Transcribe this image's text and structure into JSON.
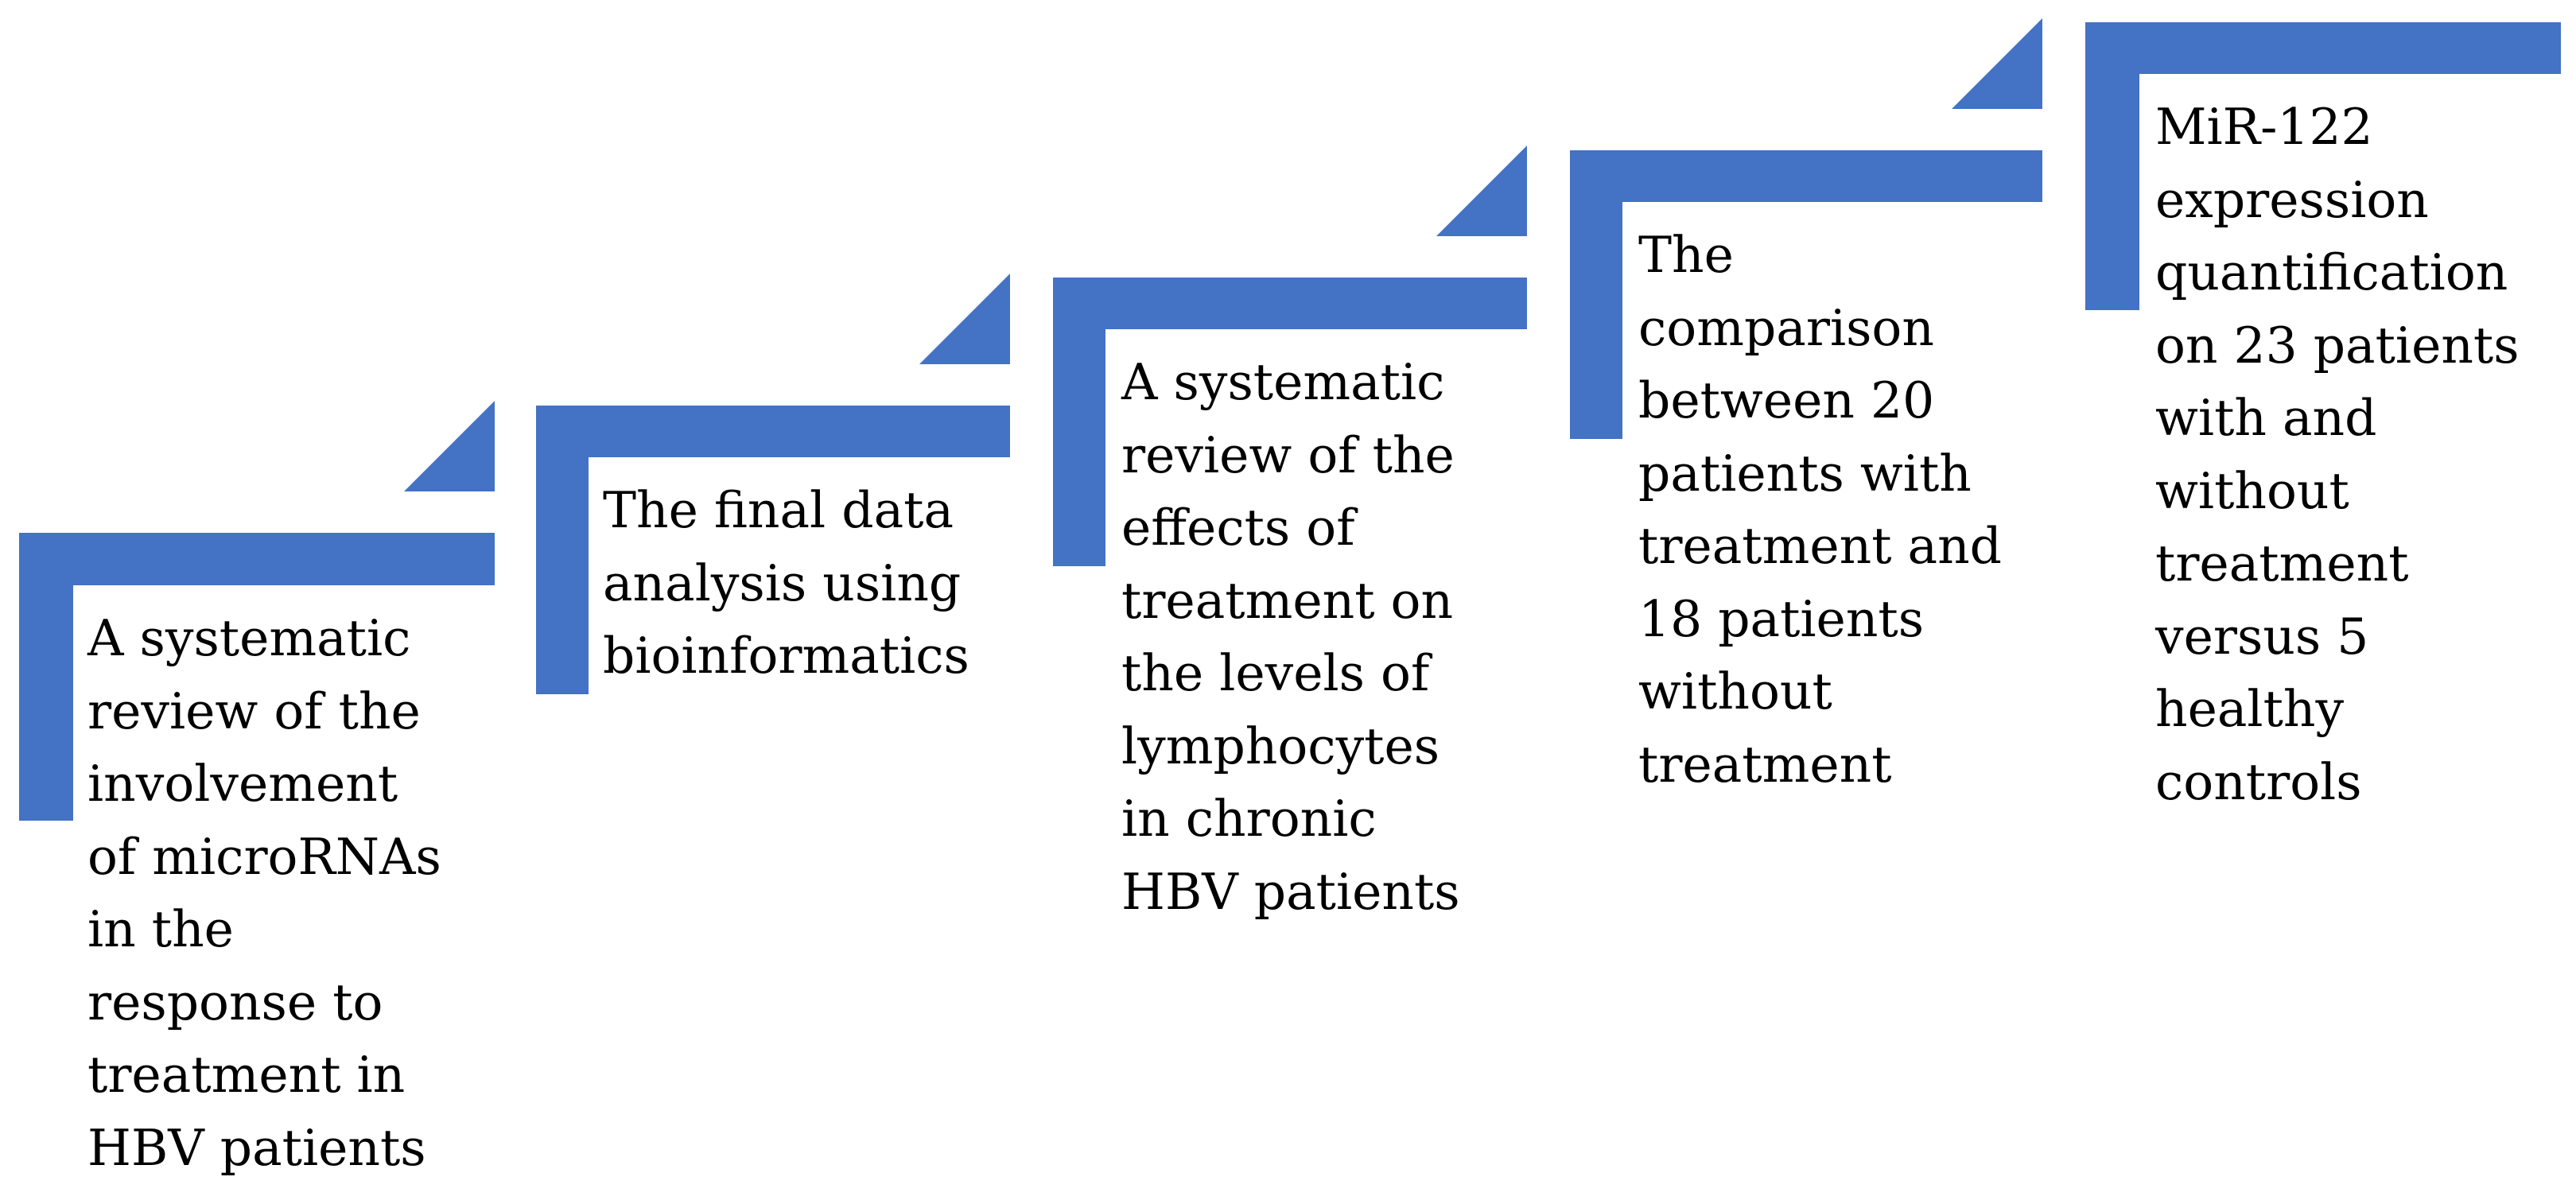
{
  "diagram": {
    "accent_color": "#4472C4",
    "steps": [
      {
        "text": "A systematic\nreview of the\ninvolvement\nof microRNAs\nin the\nresponse to\ntreatment in\nHBV patients"
      },
      {
        "text": "The final data\nanalysis using\nbioinformatics"
      },
      {
        "text": "A systematic\nreview of the\neffects of\ntreatment on\nthe levels of\nlymphocytes\nin chronic\nHBV patients"
      },
      {
        "text": "The\ncomparison\nbetween 20\npatients with\ntreatment and\n18 patients\nwithout\ntreatment"
      },
      {
        "text": "MiR-122\nexpression\nquantification\non 23 patients\nwith and\nwithout\ntreatment\nversus 5\nhealthy\ncontrols"
      }
    ]
  }
}
